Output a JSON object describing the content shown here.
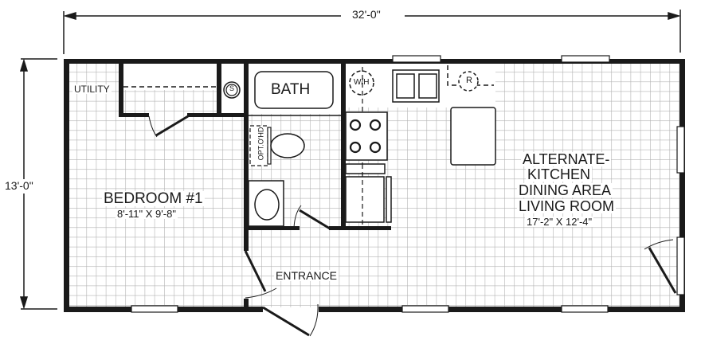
{
  "plan": {
    "overall_width": "32'-0\"",
    "overall_depth": "13'-0\"",
    "grid_color": "#b3b3b3",
    "wall_color": "#1a1a1a"
  },
  "rooms": {
    "bedroom": {
      "name": "BEDROOM #1",
      "size": "8'-11\" X 9'-8\""
    },
    "living": {
      "line1": "ALTERNATE-",
      "line2": "KITCHEN",
      "line3": "DINING AREA",
      "line4": "LIVING ROOM",
      "size": "17'-2\" X 12'-4\""
    },
    "bath": {
      "name": "BATH"
    },
    "utility": {
      "name": "UTILITY"
    },
    "entrance": {
      "name": "ENTRANCE"
    }
  },
  "fixtures": {
    "sink_symbol": "S",
    "water_heater": "W/H",
    "refrigerator": "R",
    "opt_overhead": "OPT.O'HD"
  }
}
